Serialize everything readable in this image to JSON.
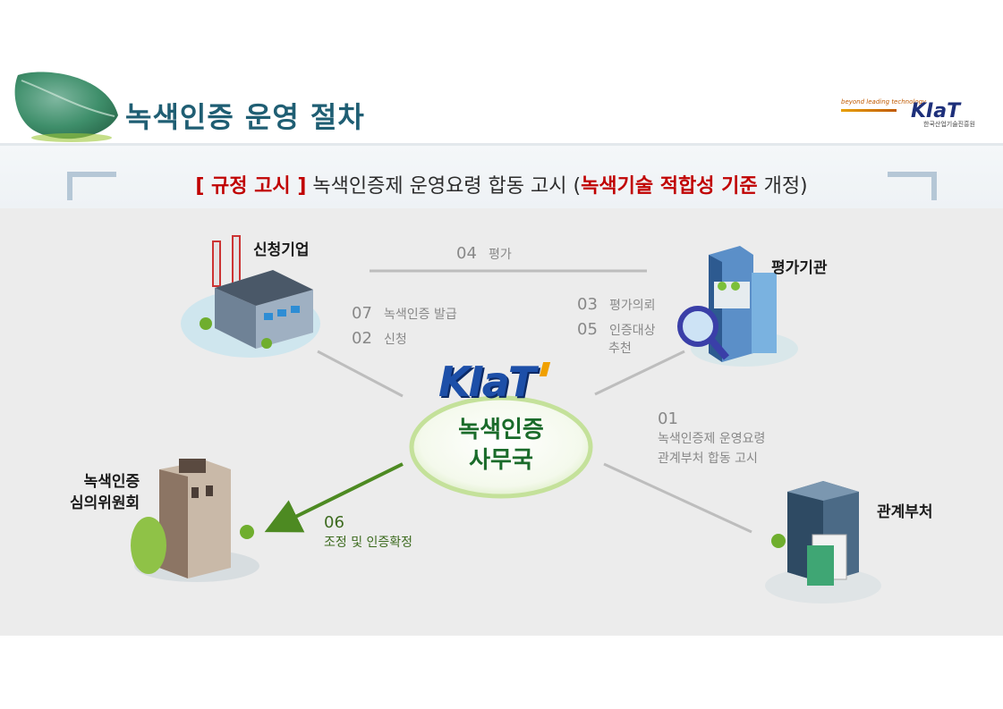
{
  "header": {
    "title": "녹색인증 운영 절차",
    "logo": {
      "tagline": "beyond leading technology",
      "brand": "KIaT",
      "org": "한국산업기술진흥원"
    }
  },
  "notice": {
    "bracket_label": "[ 규정 고시 ]",
    "main_text": "녹색인증제 운영요령 합동 고시",
    "paren_open": "(",
    "highlight": "녹색기술 적합성 기준",
    "tail": "개정)"
  },
  "nodes": {
    "applicant": "신청기업",
    "evaluator": "평가기관",
    "committee_line1": "녹색인증",
    "committee_line2": "심의위원회",
    "ministries": "관계부처",
    "center_logo": "KIaT",
    "center_line1": "녹색인증",
    "center_line2": "사무국"
  },
  "steps": {
    "s04": {
      "num": "04",
      "text": "평가"
    },
    "s07": {
      "num": "07",
      "text": "녹색인증 발급"
    },
    "s02": {
      "num": "02",
      "text": "신청"
    },
    "s03": {
      "num": "03",
      "text": "평가의뢰"
    },
    "s05": {
      "num": "05",
      "text1": "인증대상",
      "text2": "추천"
    },
    "s01": {
      "num": "01",
      "text1": "녹색인증제 운영요령",
      "text2": "관계부처 합동 고시"
    },
    "s06": {
      "num": "06",
      "text": "조정 및 인증확정"
    }
  },
  "colors": {
    "title": "#1f5e73",
    "highlight_red": "#c00000",
    "arrow_green": "#4d8a22",
    "line_gray": "#bdbdbd"
  }
}
